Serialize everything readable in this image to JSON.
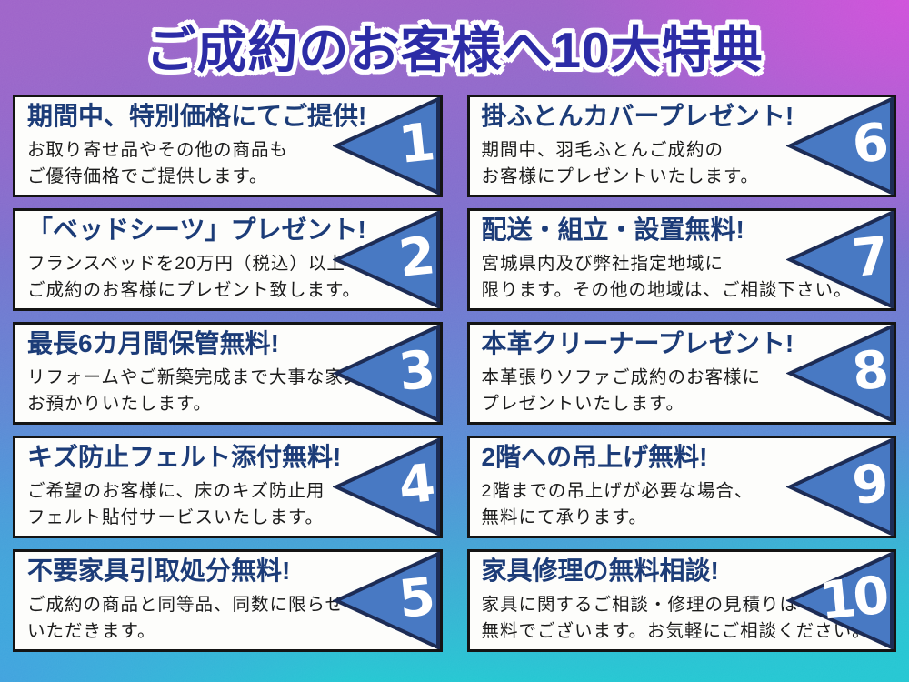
{
  "title": "ご成約のお客様へ10大特典",
  "theme": {
    "title_color": "#2c2ca6",
    "card_bg": "#fdfdfb",
    "card_border": "#141414",
    "heading_color": "#1c3c78",
    "body_color": "#1b1b1b",
    "pennant_fill": "#4879c3",
    "pennant_stroke": "#1d2c55",
    "number_color": "#ffffff",
    "bg_top_left": "#9a5ec6",
    "bg_top_right": "#d648dc",
    "bg_middle": "#756bcb",
    "bg_bottom_left": "#3e9ade",
    "bg_bottom_right": "#20c4d0"
  },
  "cards": [
    {
      "number": "1",
      "title": "期間中、特別価格にてご提供!",
      "body": "お取り寄せ品やその他の商品も\nご優待価格でご提供します。"
    },
    {
      "number": "2",
      "title": "「ベッドシーツ」プレゼント!",
      "body": "フランスベッドを20万円（税込）以上\nご成約のお客様にプレゼント致します。"
    },
    {
      "number": "3",
      "title": "最長6カ月間保管無料!",
      "body": "リフォームやご新築完成まで大事な家具を\nお預かりいたします。"
    },
    {
      "number": "4",
      "title": "キズ防止フェルト添付無料!",
      "body": "ご希望のお客様に、床のキズ防止用\nフェルト貼付サービスいたします。"
    },
    {
      "number": "5",
      "title": "不要家具引取処分無料!",
      "body": "ご成約の商品と同等品、同数に限らせて\nいただきます。"
    },
    {
      "number": "6",
      "title": "掛ふとんカバープレゼント!",
      "body": "期間中、羽毛ふとんご成約の\nお客様にプレゼントいたします。"
    },
    {
      "number": "7",
      "title": "配送・組立・設置無料!",
      "body": "宮城県内及び弊社指定地域に\n限ります。その他の地域は、ご相談下さい。"
    },
    {
      "number": "8",
      "title": "本革クリーナープレゼント!",
      "body": "本革張りソファご成約のお客様に\nプレゼントいたします。"
    },
    {
      "number": "9",
      "title": "2階への吊上げ無料!",
      "body": "2階までの吊上げが必要な場合、\n無料にて承ります。"
    },
    {
      "number": "10",
      "title": "家具修理の無料相談!",
      "body": "家具に関するご相談・修理の見積りは\n無料でございます。お気軽にご相談ください。"
    }
  ]
}
